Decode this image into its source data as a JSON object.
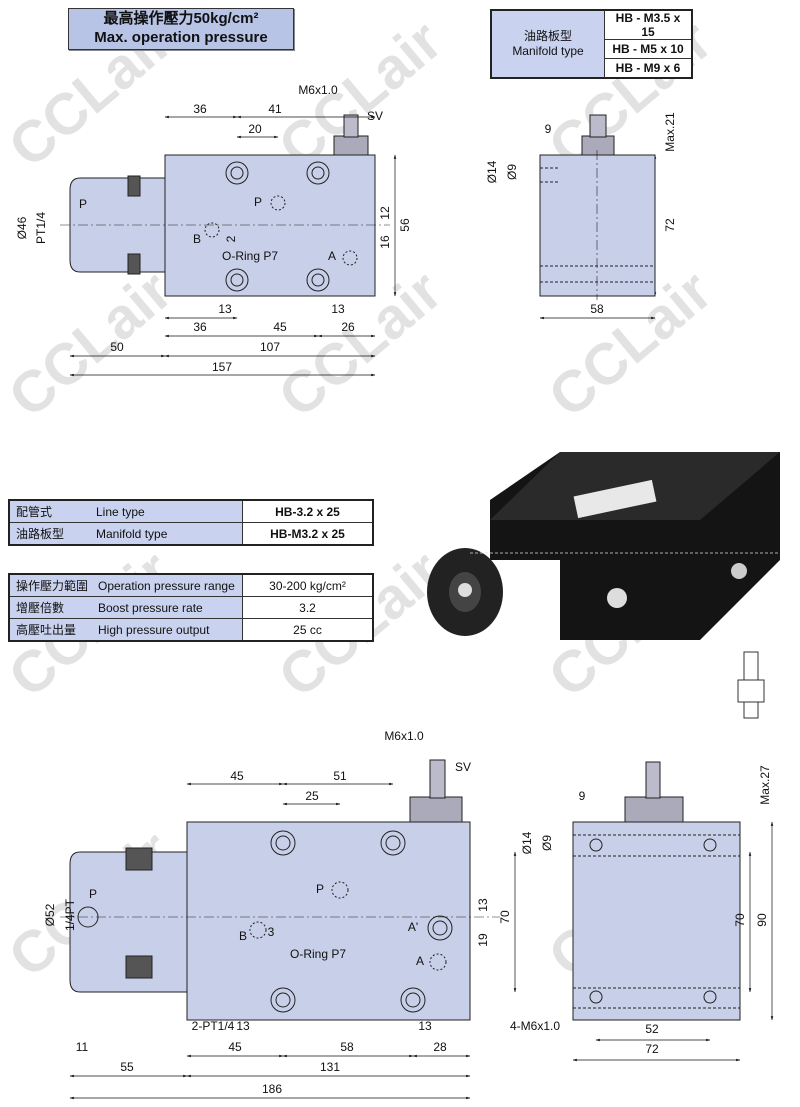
{
  "header": {
    "title_cn": "最高操作壓力50kg/cm²",
    "title_en": "Max. operation pressure"
  },
  "manifold_table": {
    "label_cn": "油路板型",
    "label_en": "Manifold type",
    "values": [
      "HB - M3.5 x 15",
      "HB - M5 x 10",
      "HB - M9 x 6"
    ]
  },
  "type_table": {
    "rows": [
      {
        "cn": "配管式",
        "en": "Line type",
        "value": "HB-3.2 x 25"
      },
      {
        "cn": "油路板型",
        "en": "Manifold type",
        "value": "HB-M3.2 x 25"
      }
    ]
  },
  "spec_table": {
    "rows": [
      {
        "cn": "操作壓力範圍",
        "en": "Operation pressure range",
        "value": "30-200 kg/cm²"
      },
      {
        "cn": "增壓倍數",
        "en": "Boost pressure rate",
        "value": "3.2"
      },
      {
        "cn": "高壓吐出量",
        "en": "High pressure output",
        "value": "25 cc"
      }
    ]
  },
  "drawing_top_front": {
    "labels": [
      "M6x1.0",
      "SV",
      "36",
      "41",
      "20",
      "P",
      "PT1/4",
      "Ø46",
      "P",
      "B",
      "2",
      "O-Ring P7",
      "A",
      "12",
      "16",
      "56",
      "13",
      "13",
      "36",
      "45",
      "26",
      "50",
      "107",
      "157"
    ]
  },
  "drawing_top_side": {
    "labels": [
      "9",
      "Ø14",
      "Ø9",
      "Max.21",
      "72",
      "58"
    ]
  },
  "drawing_bottom_front": {
    "labels": [
      "M6x1.0",
      "SV",
      "45",
      "51",
      "25",
      "P",
      "1/4PT",
      "Ø52",
      "P",
      "B",
      "3",
      "O-Ring P7",
      "A'",
      "A",
      "13",
      "19",
      "70",
      "2-PT1/4",
      "13",
      "13",
      "11",
      "45",
      "58",
      "28",
      "55",
      "131",
      "186"
    ]
  },
  "drawing_bottom_side": {
    "labels": [
      "9",
      "Ø14",
      "Ø9",
      "Max.27",
      "70",
      "90",
      "4-M6x1.0",
      "52",
      "72"
    ]
  },
  "watermark": "CCLair",
  "colors": {
    "body": "#c8cfe8",
    "header": "#b8c4e6",
    "photo": "#141414"
  }
}
